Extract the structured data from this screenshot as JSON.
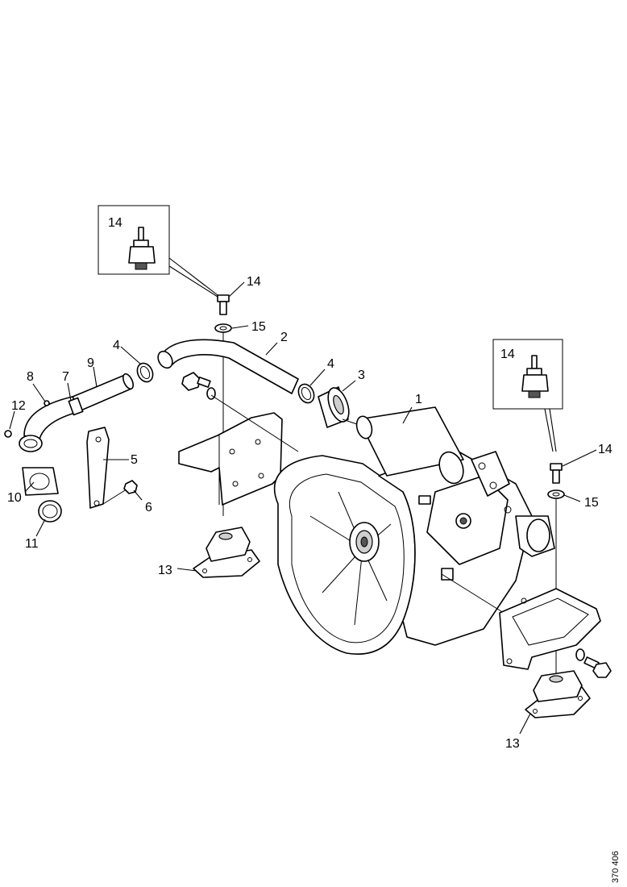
{
  "diagram": {
    "reference_number": "370 406",
    "callouts": {
      "c1": "1",
      "c2": "2",
      "c3": "3",
      "c4a": "4",
      "c4b": "4",
      "c5": "5",
      "c6": "6",
      "c7": "7",
      "c8": "8",
      "c9": "9",
      "c10": "10",
      "c11": "11",
      "c12": "12",
      "c13a": "13",
      "c13b": "13",
      "c14_box_left": "14",
      "c14_left": "14",
      "c14_box_right": "14",
      "c14_right": "14",
      "c15a": "15",
      "c15b": "15"
    }
  }
}
